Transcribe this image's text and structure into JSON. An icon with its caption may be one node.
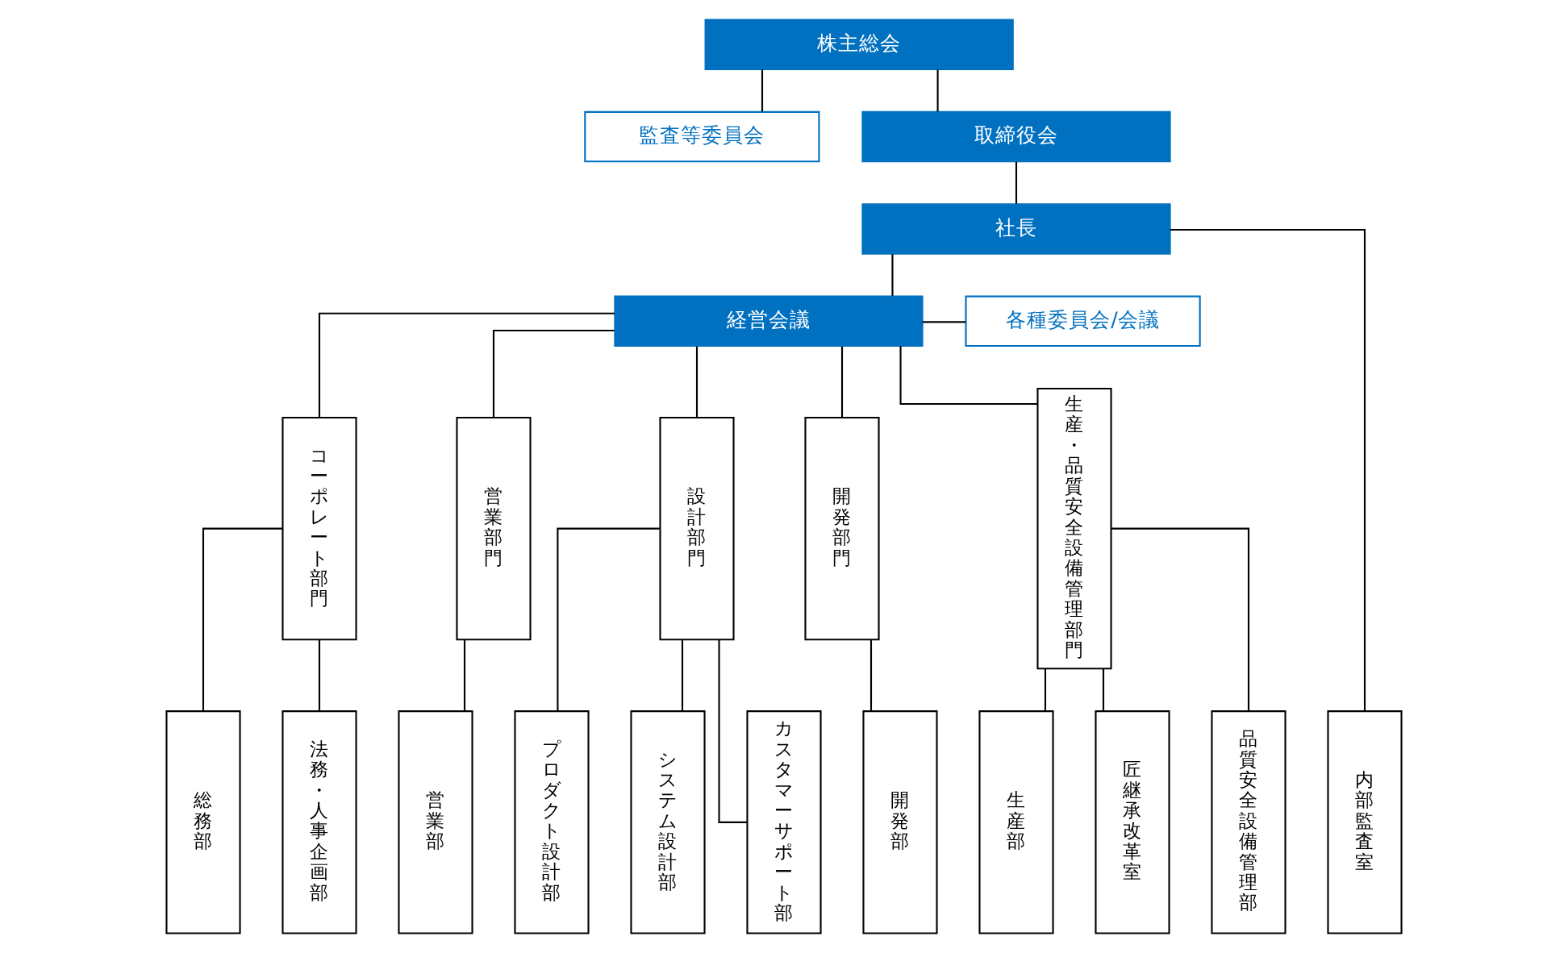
{
  "diagram": {
    "nodes": [
      {
        "text": [
          "株主総会"
        ]
      },
      {
        "text": [
          "監査等委員会"
        ]
      },
      {
        "text": [
          "取締役会"
        ]
      },
      {
        "text": [
          "社長"
        ]
      },
      {
        "text": [
          "経営会議"
        ]
      },
      {
        "text": [
          "各種委員会/会議"
        ]
      },
      {
        "text": [
          "コーポレート部門"
        ]
      },
      {
        "text": [
          "営業部門"
        ]
      },
      {
        "text": [
          "設計部門"
        ]
      },
      {
        "text": [
          "開発部門"
        ]
      },
      {
        "text": [
          "生産・品質安全設備管理部門"
        ]
      },
      {
        "text": [
          "総務部"
        ]
      },
      {
        "text": [
          "法務・人事企画部"
        ]
      },
      {
        "text": [
          "営業部"
        ]
      },
      {
        "text": [
          "プロダクト設計部"
        ]
      },
      {
        "text": [
          "システム設計部"
        ]
      },
      {
        "text": [
          "カスタマーサポート部"
        ]
      },
      {
        "text": [
          "開発部"
        ]
      },
      {
        "text": [
          "生産部"
        ]
      },
      {
        "text": [
          "匠継承改革室"
        ]
      },
      {
        "text": [
          "品質安全設備管理部"
        ]
      },
      {
        "text": [
          "内部監査室"
        ]
      }
    ],
    "edges": [
      {
        "from": 0,
        "to": 2,
        "arrow": "none"
      },
      {
        "from": 0,
        "to": 1,
        "arrow": "none"
      },
      {
        "from": 2,
        "to": 3,
        "arrow": "none"
      },
      {
        "from": 3,
        "to": 4,
        "arrow": "none"
      },
      {
        "from": 3,
        "to": 21,
        "arrow": "none"
      },
      {
        "from": 4,
        "to": 5,
        "arrow": "none"
      },
      {
        "from": 4,
        "to": 6,
        "arrow": "none"
      },
      {
        "from": 4,
        "to": 7,
        "arrow": "none"
      },
      {
        "from": 4,
        "to": 8,
        "arrow": "none"
      },
      {
        "from": 4,
        "to": 9,
        "arrow": "none"
      },
      {
        "from": 4,
        "to": 10,
        "arrow": "none"
      },
      {
        "from": 6,
        "to": 11,
        "arrow": "none"
      },
      {
        "from": 6,
        "to": 12,
        "arrow": "none"
      },
      {
        "from": 7,
        "to": 13,
        "arrow": "none"
      },
      {
        "from": 8,
        "to": 14,
        "arrow": "none"
      },
      {
        "from": 8,
        "to": 15,
        "arrow": "none"
      },
      {
        "from": 8,
        "to": 16,
        "arrow": "none"
      },
      {
        "from": 9,
        "to": 17,
        "arrow": "none"
      },
      {
        "from": 10,
        "to": 18,
        "arrow": "none"
      },
      {
        "from": 10,
        "to": 19,
        "arrow": "none"
      },
      {
        "from": 10,
        "to": 20,
        "arrow": "none"
      }
    ]
  }
}
